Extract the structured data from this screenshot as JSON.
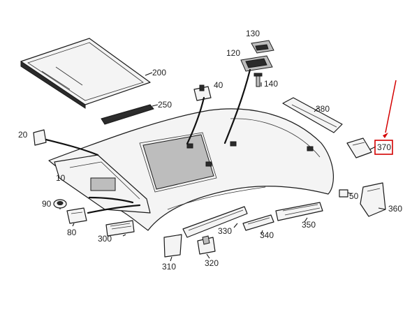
{
  "labels": {
    "p10": "10",
    "p20": "20",
    "p40": "40",
    "p50": "50",
    "p80": "80",
    "p90": "90",
    "p120": "120",
    "p130": "130",
    "p140": "140",
    "p200": "200",
    "p250": "250",
    "p300": "300",
    "p310": "310",
    "p320": "320",
    "p330": "330",
    "p340": "340",
    "p350": "350",
    "p360": "360",
    "p370": "370",
    "p380": "380"
  },
  "highlight": {
    "part": "370",
    "color": "#d40000"
  }
}
